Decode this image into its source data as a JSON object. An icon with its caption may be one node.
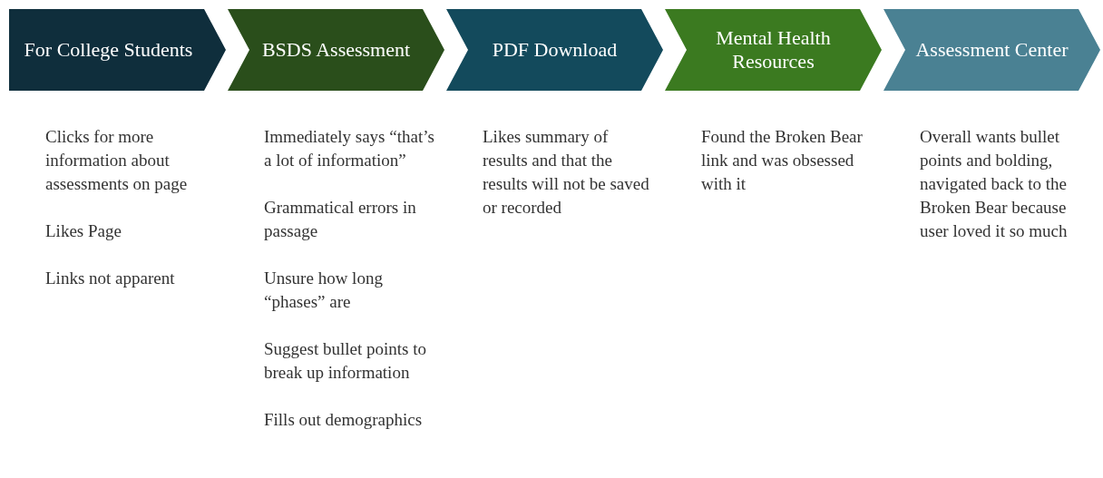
{
  "diagram": {
    "nodes": [
      {
        "text": [
          "For College Students"
        ],
        "beside": [
          "Clicks for more information about assessments on page",
          "Likes Page",
          "Links not apparent"
        ]
      },
      {
        "text": [
          "BSDS Assessment"
        ],
        "beside": [
          "Immediately says “that’s a lot of information”",
          "Grammatical errors in passage",
          "Unsure how long “phases” are",
          "Suggest bullet points to break up information",
          "Fills out demographics"
        ]
      },
      {
        "text": [
          "PDF Download"
        ],
        "beside": [
          "Likes summary of results and that the results will not be saved or recorded"
        ]
      },
      {
        "text": [
          "Mental Health Resources"
        ],
        "beside": [
          "Found the Broken Bear link and was obsessed with it"
        ]
      },
      {
        "text": [
          "Assessment Center"
        ],
        "beside": [
          "Overall wants bullet points and bolding, navigated back to the Broken Bear because user loved it so much"
        ]
      }
    ]
  }
}
